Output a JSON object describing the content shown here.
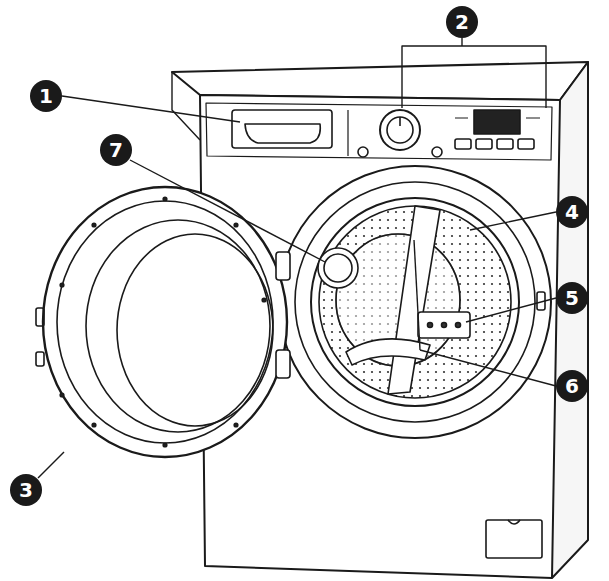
{
  "diagram": {
    "labels": [
      "2",
      "1",
      "7",
      "4",
      "5",
      "6",
      "3"
    ]
  }
}
